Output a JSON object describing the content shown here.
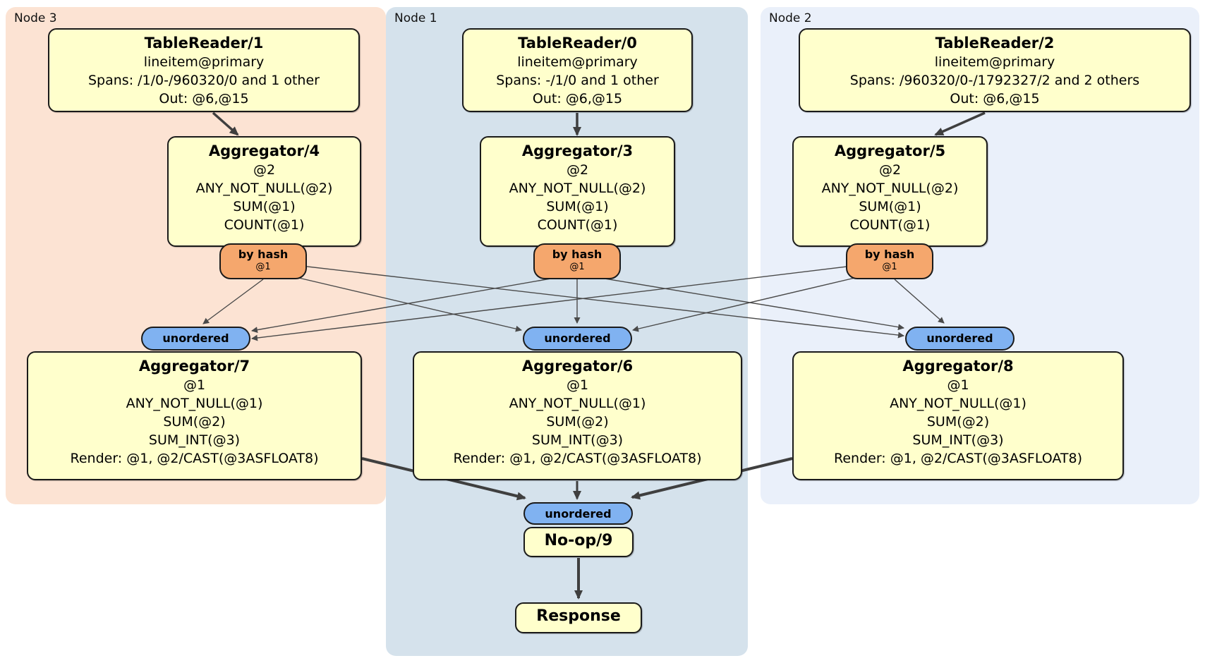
{
  "regions": {
    "node3": {
      "label": "Node 3"
    },
    "node1": {
      "label": "Node 1"
    },
    "node2": {
      "label": "Node 2"
    }
  },
  "nodes": {
    "tr1": {
      "title": "TableReader/1",
      "lines": [
        "lineitem@primary",
        "Spans: /1/0-/960320/0 and 1 other",
        "Out: @6,@15"
      ]
    },
    "tr0": {
      "title": "TableReader/0",
      "lines": [
        "lineitem@primary",
        "Spans: -/1/0 and 1 other",
        "Out: @6,@15"
      ]
    },
    "tr2": {
      "title": "TableReader/2",
      "lines": [
        "lineitem@primary",
        "Spans: /960320/0-/1792327/2 and 2 others",
        "Out: @6,@15"
      ]
    },
    "agg4": {
      "title": "Aggregator/4",
      "lines": [
        "@2",
        "ANY_NOT_NULL(@2)",
        "SUM(@1)",
        "COUNT(@1)"
      ]
    },
    "agg3": {
      "title": "Aggregator/3",
      "lines": [
        "@2",
        "ANY_NOT_NULL(@2)",
        "SUM(@1)",
        "COUNT(@1)"
      ]
    },
    "agg5": {
      "title": "Aggregator/5",
      "lines": [
        "@2",
        "ANY_NOT_NULL(@2)",
        "SUM(@1)",
        "COUNT(@1)"
      ]
    },
    "agg7": {
      "title": "Aggregator/7",
      "lines": [
        "@1",
        "ANY_NOT_NULL(@1)",
        "SUM(@2)",
        "SUM_INT(@3)",
        "Render: @1, @2/CAST(@3ASFLOAT8)"
      ]
    },
    "agg6": {
      "title": "Aggregator/6",
      "lines": [
        "@1",
        "ANY_NOT_NULL(@1)",
        "SUM(@2)",
        "SUM_INT(@3)",
        "Render: @1, @2/CAST(@3ASFLOAT8)"
      ]
    },
    "agg8": {
      "title": "Aggregator/8",
      "lines": [
        "@1",
        "ANY_NOT_NULL(@1)",
        "SUM(@2)",
        "SUM_INT(@3)",
        "Render: @1, @2/CAST(@3ASFLOAT8)"
      ]
    },
    "noop": {
      "title": "No-op/9"
    },
    "response": {
      "title": "Response"
    }
  },
  "routers": {
    "by_hash": {
      "label": "by hash",
      "sub": "@1"
    },
    "unordered": {
      "label": "unordered"
    }
  },
  "colors": {
    "node3_bg": "#fce3d3",
    "node1_bg": "#d5e2ec",
    "node2_bg": "#eaf0fa",
    "box_fill": "#ffffcc",
    "by_hash_fill": "#f5a76d",
    "unordered_fill": "#80b2f1",
    "edge": "#3f3f3f"
  }
}
